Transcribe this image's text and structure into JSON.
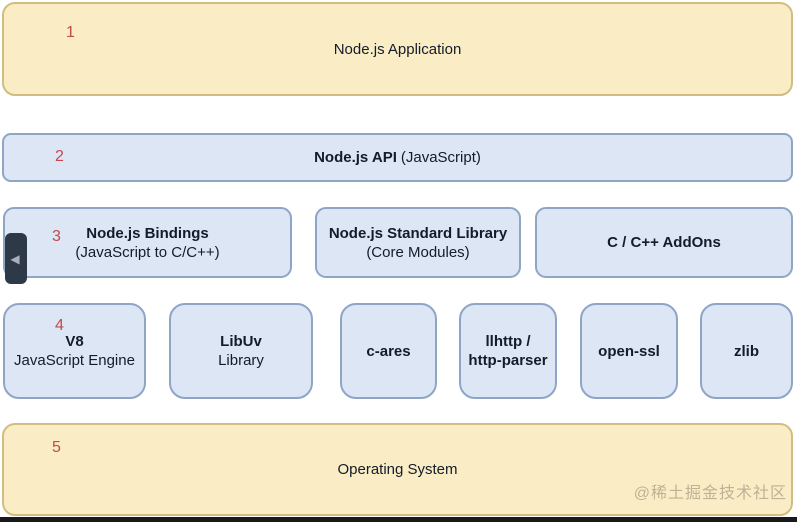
{
  "colors": {
    "yellow_fill": "#faedc6",
    "yellow_border": "#d1bd80",
    "blue_fill": "#dce6f5",
    "blue_border": "#8fa5c6",
    "marker_red": "#c2494f",
    "text": "#131c28",
    "toggle_bg": "#2d3947",
    "toggle_arrow": "#a9b0ba",
    "bottom_strip": "#191919"
  },
  "layer1": {
    "num": "1",
    "title": "Node.js Application"
  },
  "layer2": {
    "num": "2",
    "title_bold": "Node.js API",
    "title_suffix": "(JavaScript)"
  },
  "layer3": {
    "num": "3",
    "boxes": [
      {
        "line1": "Node.js Bindings",
        "line2": "(JavaScript to C/C++)"
      },
      {
        "line1": "Node.js Standard Library",
        "line2": "(Core Modules)"
      },
      {
        "line1": "C / C++ AddOns",
        "line2": ""
      }
    ]
  },
  "layer4": {
    "num": "4",
    "boxes": [
      {
        "line1": "V8",
        "line2": "JavaScript Engine"
      },
      {
        "line1": "LibUv",
        "line2": "Library"
      },
      {
        "line1": "c-ares",
        "line2": ""
      },
      {
        "line1": "llhttp /",
        "line2": "http-parser"
      },
      {
        "line1": "open-ssl",
        "line2": ""
      },
      {
        "line1": "zlib",
        "line2": ""
      }
    ]
  },
  "layer5": {
    "num": "5",
    "title": "Operating System"
  },
  "toggle": {
    "icon": "◀"
  },
  "watermark": {
    "text": "@稀土掘金技术社区"
  }
}
